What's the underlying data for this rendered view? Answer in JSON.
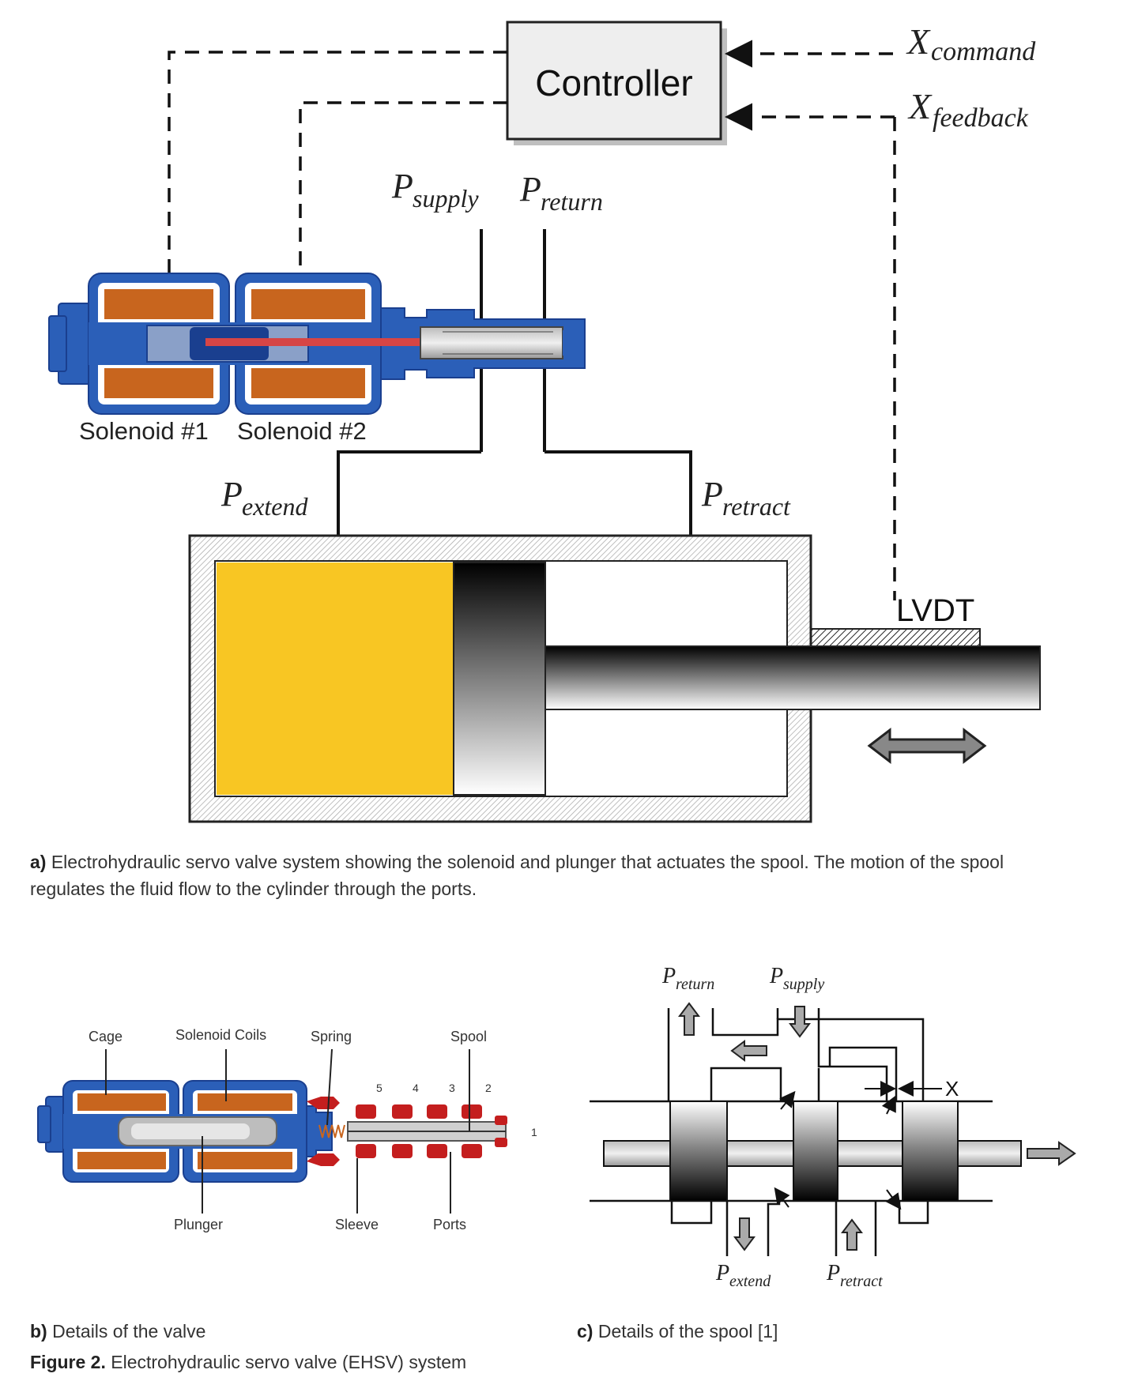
{
  "part_a": {
    "controller_label": "Controller",
    "x_command": {
      "main": "X",
      "sub": "command"
    },
    "x_feedback": {
      "main": "X",
      "sub": "feedback"
    },
    "p_supply": {
      "main": "P",
      "sub": "supply"
    },
    "p_return": {
      "main": "P",
      "sub": "return"
    },
    "p_extend": {
      "main": "P",
      "sub": "extend"
    },
    "p_retract": {
      "main": "P",
      "sub": "retract"
    },
    "solenoid1_label": "Solenoid #1",
    "solenoid2_label": "Solenoid #2",
    "lvdt_label": "LVDT",
    "caption_letter": "a)",
    "caption_text": "Electrohydraulic servo valve system showing the solenoid and plunger that actuates the spool. The motion of the spool regulates the fluid flow to the cylinder through the ports."
  },
  "part_b": {
    "labels": {
      "cage": "Cage",
      "solenoid_coils": "Solenoid Coils",
      "spring": "Spring",
      "spool": "Spool",
      "plunger": "Plunger",
      "sleeve": "Sleeve",
      "ports": "Ports"
    },
    "port_numbers": [
      "5",
      "4",
      "3",
      "2",
      "1"
    ],
    "caption_letter": "b)",
    "caption_text": "Details of the valve"
  },
  "part_c": {
    "p_return": {
      "main": "P",
      "sub": "return"
    },
    "p_supply": {
      "main": "P",
      "sub": "supply"
    },
    "p_extend": {
      "main": "P",
      "sub": "extend"
    },
    "p_retract": {
      "main": "P",
      "sub": "retract"
    },
    "x_label": "X",
    "caption_letter": "c)",
    "caption_text": "Details of the spool [1]"
  },
  "figure": {
    "label": "Figure 2.",
    "title": "Electrohydraulic servo valve (EHSV) system"
  },
  "colors": {
    "coil": "#c8651e",
    "cage_blue": "#2b5fb8",
    "dark_blue": "#1a3f8f",
    "fluid_yellow": "#f8c623",
    "port_red": "#c41e1e",
    "controller_fill": "#eeeeee"
  }
}
